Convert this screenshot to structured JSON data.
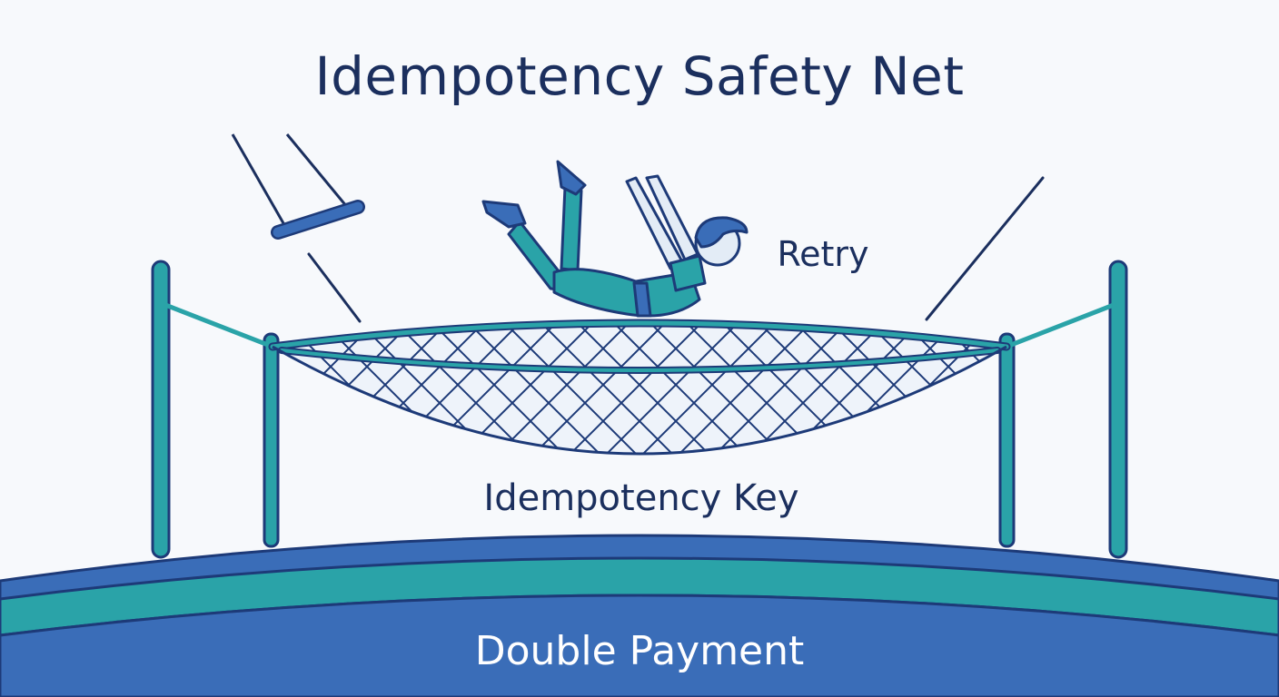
{
  "title": "Idempotency Safety Net",
  "labels": {
    "retry": "Retry",
    "idempotency_key": "Idempotency Key",
    "double_payment": "Double Payment"
  },
  "colors": {
    "background": "#f7f9fc",
    "navy": "#1b2f5e",
    "teal": "#2aa3a8",
    "teal_dark": "#1f8a93",
    "blue": "#3a6db8",
    "skin": "#e3ecf6",
    "outline": "#1d3a78"
  },
  "icons": {
    "acrobat": "falling-acrobat-icon",
    "trapeze": "trapeze-bar-icon",
    "net": "safety-net-icon"
  }
}
